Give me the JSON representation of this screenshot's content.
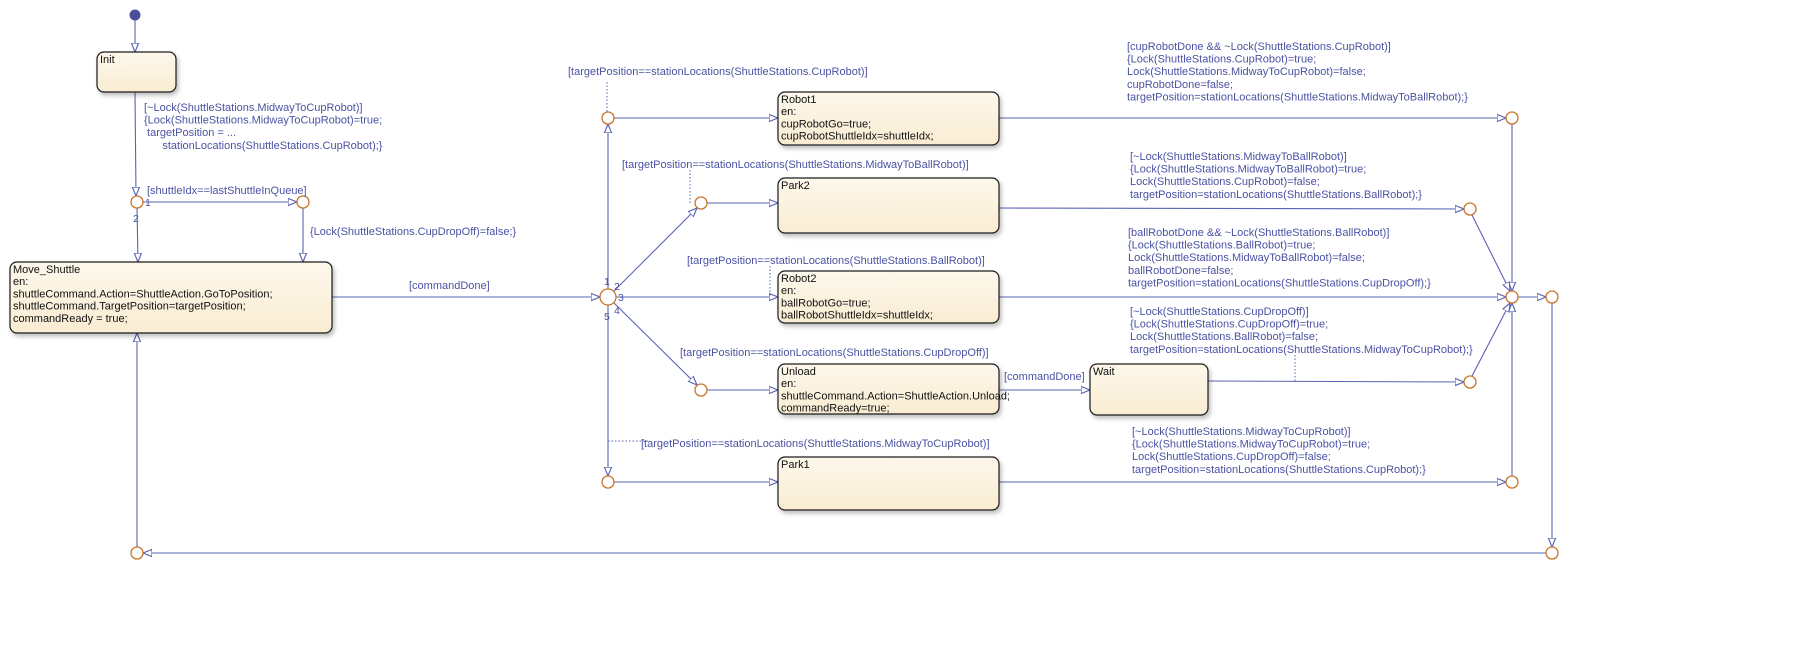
{
  "colors": {
    "wire": "#5a63b3",
    "junction": "#c8742a",
    "label": "#4b52a3",
    "state_fill": "#fcf3e0",
    "default_dot": "#4a4f9a"
  },
  "states": {
    "init": {
      "name": "Init",
      "lines": []
    },
    "move_shuttle": {
      "name": "Move_Shuttle",
      "lines": [
        "en:",
        "shuttleCommand.Action=ShuttleAction.GoToPosition;",
        "shuttleCommand.TargetPosition=targetPosition;",
        "commandReady = true;"
      ]
    },
    "robot1": {
      "name": "Robot1",
      "lines": [
        "en:",
        "cupRobotGo=true;",
        "cupRobotShuttleIdx=shuttleIdx;"
      ]
    },
    "park2": {
      "name": "Park2",
      "lines": []
    },
    "robot2": {
      "name": "Robot2",
      "lines": [
        "en:",
        "ballRobotGo=true;",
        "ballRobotShuttleIdx=shuttleIdx;"
      ]
    },
    "unload": {
      "name": "Unload",
      "lines": [
        "en:",
        "shuttleCommand.Action=ShuttleAction.Unload;",
        "commandReady=true;"
      ]
    },
    "wait": {
      "name": "Wait",
      "lines": []
    },
    "park1": {
      "name": "Park1",
      "lines": []
    }
  },
  "transitions": {
    "init_exit": [
      "[~Lock(ShuttleStations.MidwayToCupRobot)]",
      "{Lock(ShuttleStations.MidwayToCupRobot)=true;",
      " targetPosition = ...",
      "      stationLocations(ShuttleStations.CupRobot);}"
    ],
    "last_shuttle": [
      "[shuttleIdx==lastShuttleInQueue]"
    ],
    "unlock_dropoff": [
      "{Lock(ShuttleStations.CupDropOff)=false;}"
    ],
    "command_done_move": [
      "[commandDone]"
    ],
    "to_cup_robot": [
      "[targetPosition==stationLocations(ShuttleStations.CupRobot)]"
    ],
    "to_midway_ball": [
      "[targetPosition==stationLocations(ShuttleStations.MidwayToBallRobot)]"
    ],
    "to_ball_robot": [
      "[targetPosition==stationLocations(ShuttleStations.BallRobot)]"
    ],
    "to_cup_dropoff": [
      "[targetPosition==stationLocations(ShuttleStations.CupDropOff)]"
    ],
    "to_midway_cup": [
      "[targetPosition==stationLocations(ShuttleStations.MidwayToCupRobot)]"
    ],
    "command_done_unload": [
      "[commandDone]"
    ],
    "robot1_exit": [
      "[cupRobotDone && ~Lock(ShuttleStations.CupRobot)]",
      "{Lock(ShuttleStations.CupRobot)=true;",
      "Lock(ShuttleStations.MidwayToCupRobot)=false;",
      "cupRobotDone=false;",
      "targetPosition=stationLocations(ShuttleStations.MidwayToBallRobot);}"
    ],
    "park2_exit": [
      "[~Lock(ShuttleStations.MidwayToBallRobot)]",
      "{Lock(ShuttleStations.MidwayToBallRobot)=true;",
      "Lock(ShuttleStations.CupRobot)=false;",
      "targetPosition=stationLocations(ShuttleStations.BallRobot);}"
    ],
    "robot2_exit": [
      "[ballRobotDone && ~Lock(ShuttleStations.BallRobot)]",
      "{Lock(ShuttleStations.BallRobot)=true;",
      "Lock(ShuttleStations.MidwayToBallRobot)=false;",
      "ballRobotDone=false;",
      "targetPosition=stationLocations(ShuttleStations.CupDropOff);}"
    ],
    "wait_exit": [
      "[~Lock(ShuttleStations.CupDropOff)]",
      "{Lock(ShuttleStations.CupDropOff)=true;",
      "Lock(ShuttleStations.BallRobot)=false;",
      "targetPosition=stationLocations(ShuttleStations.MidwayToCupRobot);}"
    ],
    "park1_exit": [
      "[~Lock(ShuttleStations.MidwayToCupRobot)]",
      "{Lock(ShuttleStations.MidwayToCupRobot)=true;",
      "Lock(ShuttleStations.CupDropOff)=false;",
      "targetPosition=stationLocations(ShuttleStations.CupRobot);}"
    ]
  },
  "execution_order": {
    "queue_junction": [
      "1",
      "2"
    ],
    "hub_junction": [
      "1",
      "2",
      "3",
      "4",
      "5"
    ]
  }
}
